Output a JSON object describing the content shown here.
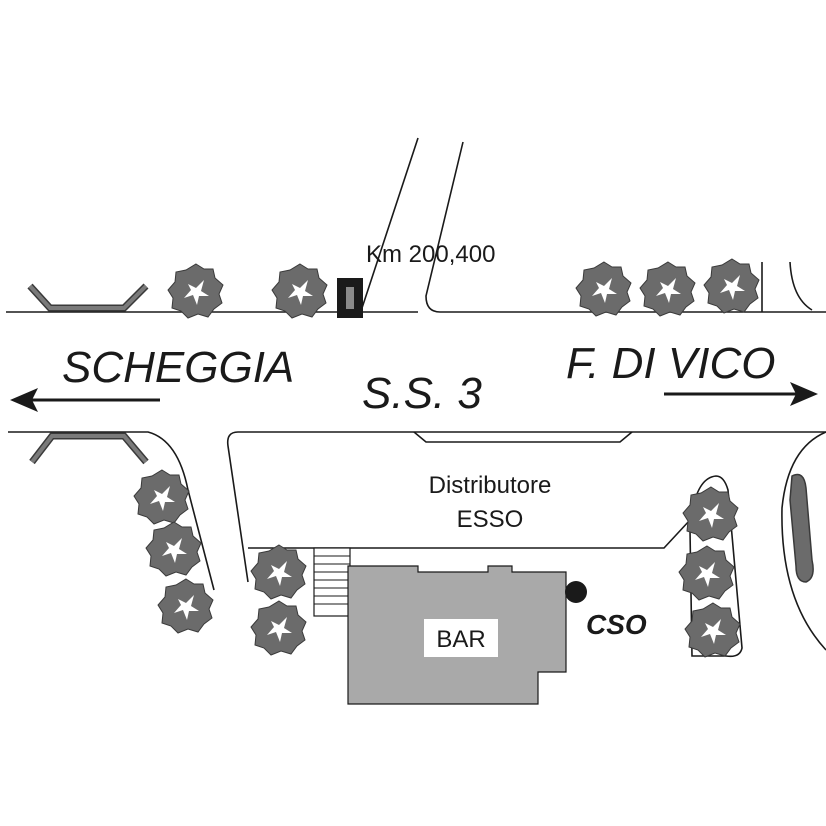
{
  "map": {
    "km_marker": "Km 200,400",
    "road_name": "S.S. 3",
    "direction_left": "SCHEGGIA",
    "direction_right": "F. DI VICO",
    "station_line1": "Distributore",
    "station_line2": "ESSO",
    "building": "BAR",
    "point_label": "CSO"
  },
  "colors": {
    "line": "#1a1a1a",
    "tree": "#6b6b6b",
    "building": "#a9a9a9",
    "guardrail": "#7a7a7a"
  }
}
